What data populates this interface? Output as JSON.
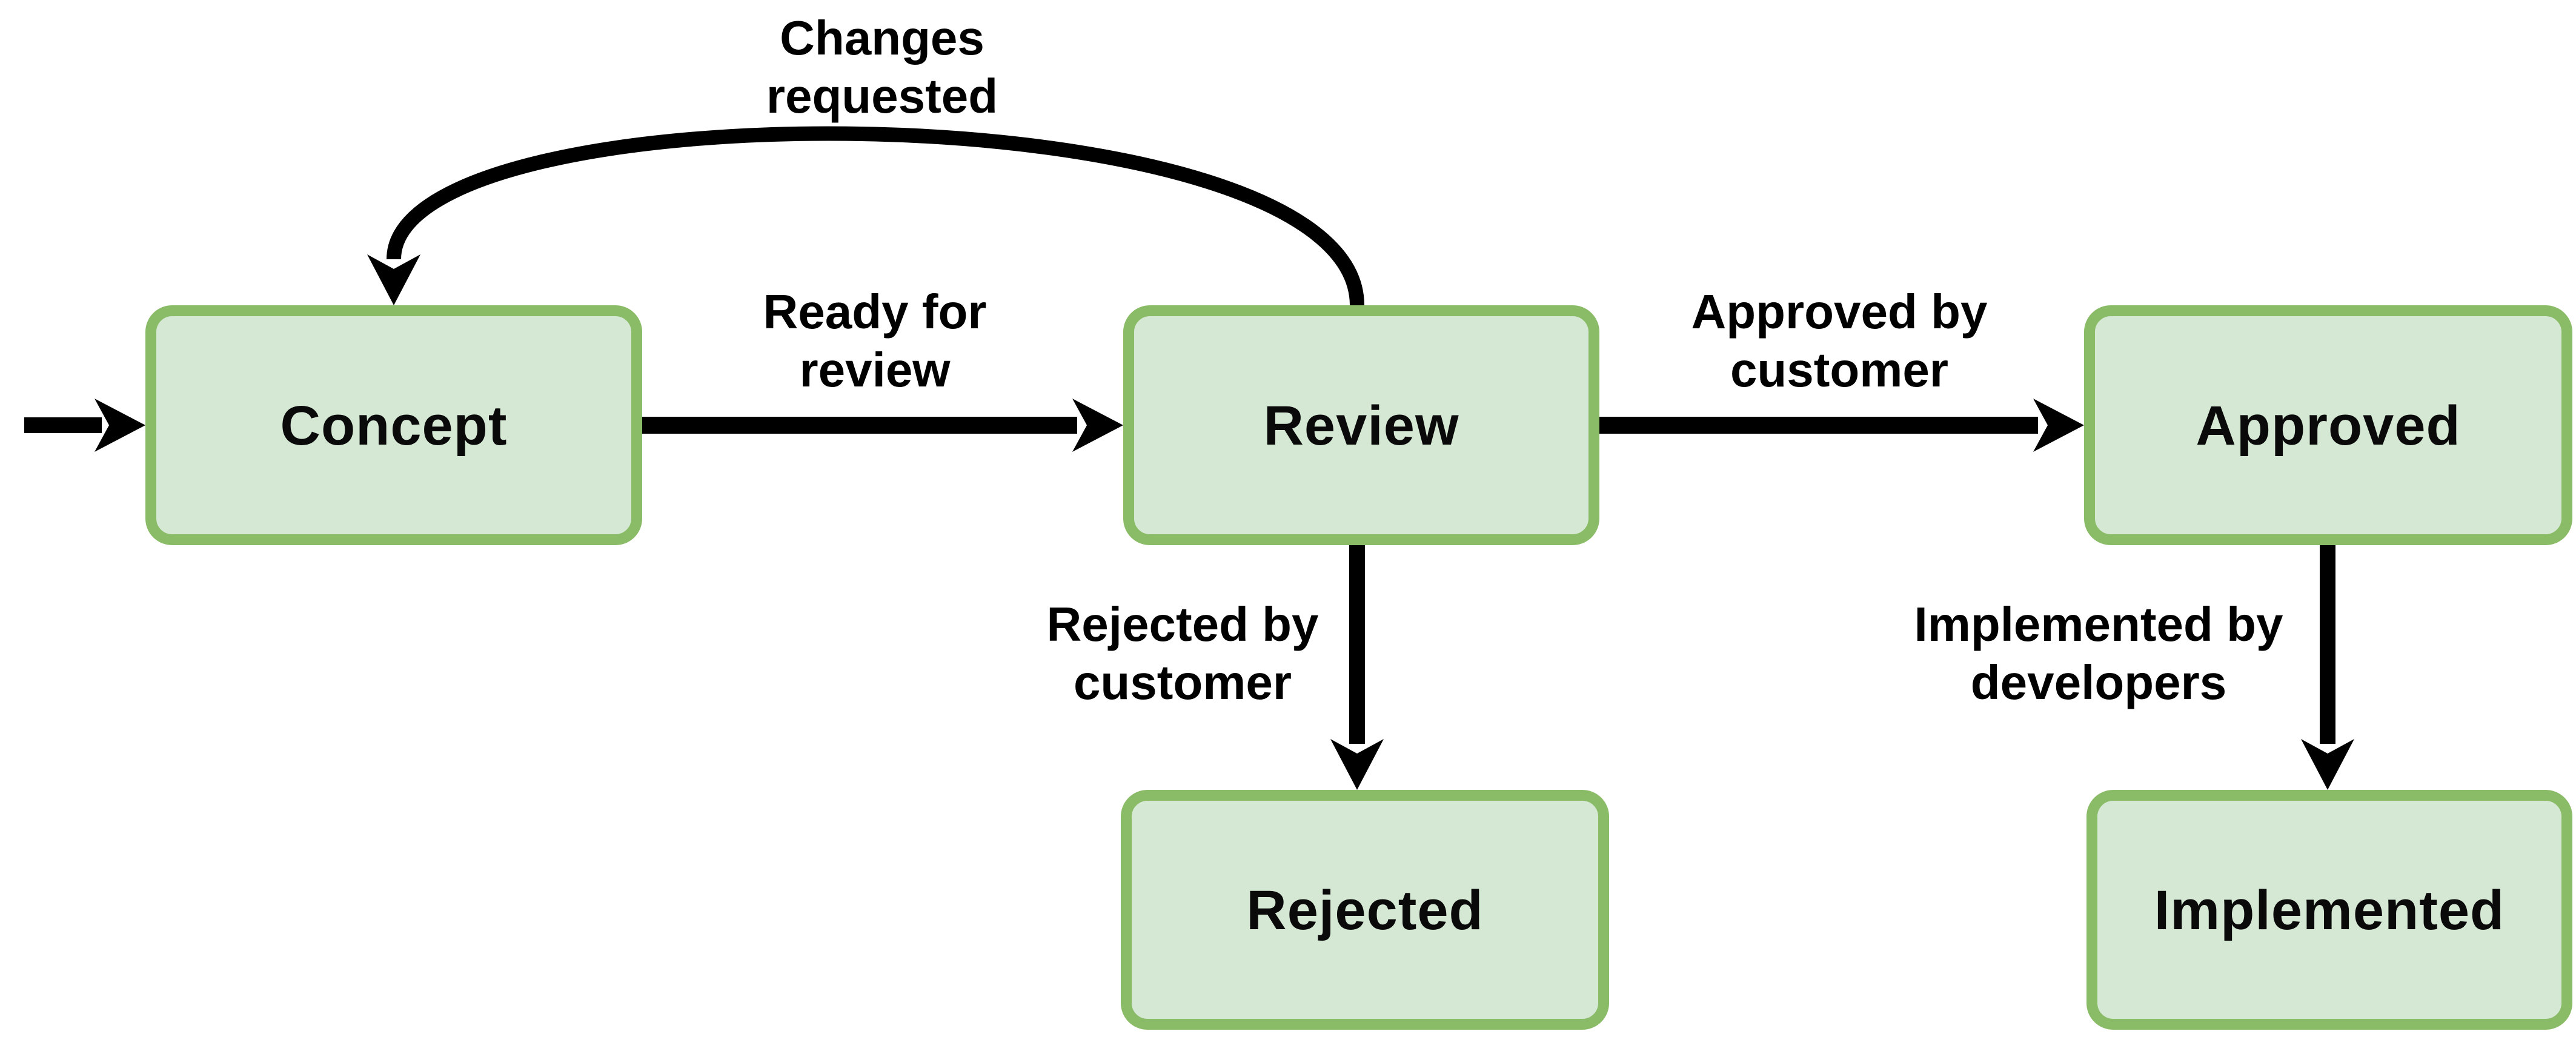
{
  "diagram": {
    "type": "state-flow-diagram",
    "background": "#ffffff",
    "colors": {
      "node_fill": "#d5e8d4",
      "node_border": "#8abb66",
      "edge_stroke": "#000000",
      "label_text": "#000000"
    },
    "nodes": {
      "concept": {
        "label": "Concept"
      },
      "review": {
        "label": "Review"
      },
      "approved": {
        "label": "Approved"
      },
      "rejected": {
        "label": "Rejected"
      },
      "implemented": {
        "label": "Implemented"
      }
    },
    "edges": {
      "start_to_concept": {
        "from": "start",
        "to": "concept",
        "label": ""
      },
      "concept_to_review": {
        "from": "concept",
        "to": "review",
        "label": "Ready for review"
      },
      "review_to_concept": {
        "from": "review",
        "to": "concept",
        "label": "Changes requested"
      },
      "review_to_approved": {
        "from": "review",
        "to": "approved",
        "label": "Approved by customer"
      },
      "review_to_rejected": {
        "from": "review",
        "to": "rejected",
        "label": "Rejected by customer"
      },
      "approved_to_implemented": {
        "from": "approved",
        "to": "implemented",
        "label": "Implemented by developers"
      }
    }
  }
}
